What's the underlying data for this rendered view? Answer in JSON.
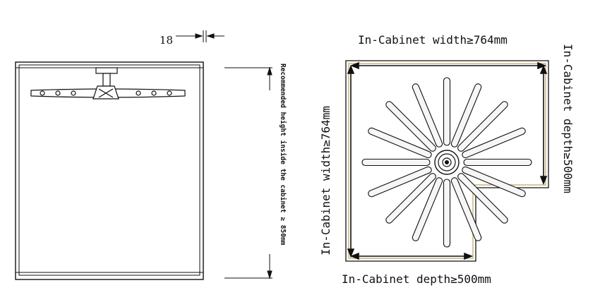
{
  "front_view": {
    "panel_thickness": "18",
    "height_label": "Recommended height inside the cabinet ≥ 850mm"
  },
  "top_view": {
    "top_width_label": "In-Cabinet width≥764mm",
    "left_width_label": "In-Cabinet width≥764mm",
    "right_depth_label": "In-Cabinet depth≥500mm",
    "bottom_depth_label": "In-Cabinet depth≥500mm",
    "spoke_count": 16
  },
  "colors": {
    "line": "#111111",
    "tray_edge": "#d8c8a0",
    "spoke_fill": "#f6f6f6"
  }
}
